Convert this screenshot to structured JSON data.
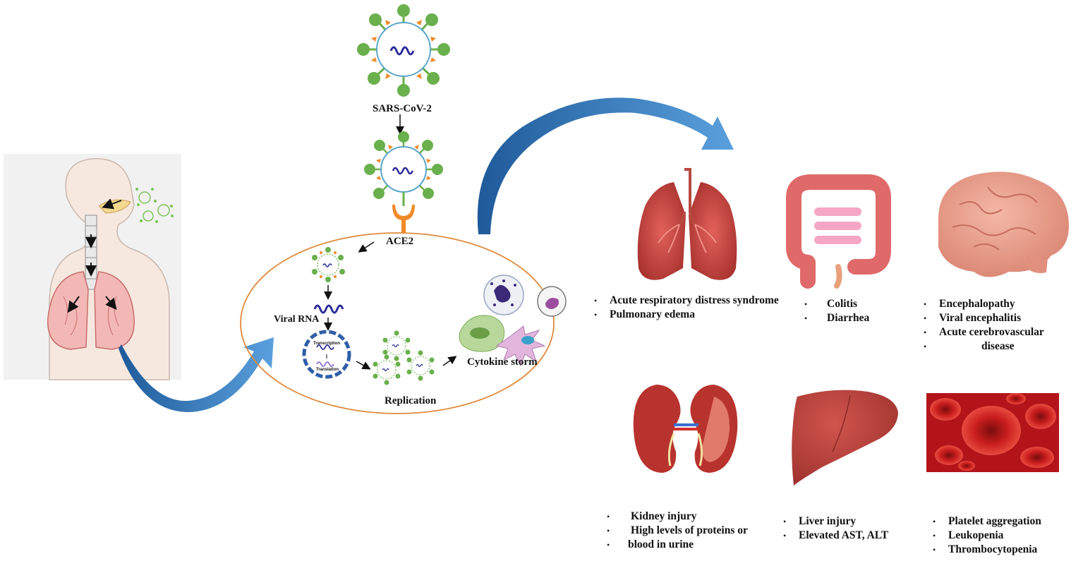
{
  "virus_label": "SARS-CoV-2",
  "receptor_label": "ACE2",
  "cell": {
    "viral_rna_label": "Viral RNA",
    "transcription_label": "Transcription",
    "translation_label": "Translation",
    "replication_label": "Replication",
    "cytokine_label": "Cytokine storm"
  },
  "organs": {
    "lungs": [
      "Acute respiratory distress syndrome",
      "Pulmonary edema"
    ],
    "intestine": [
      "Colitis",
      "Diarrhea"
    ],
    "brain": [
      "Encephalopathy",
      "Viral encephalitis",
      "Acute cerebrovascular",
      "disease"
    ],
    "kidney": [
      "Kidney injury",
      "High levels of proteins or",
      "blood in urine"
    ],
    "liver": [
      "Liver injury",
      "Elevated AST, ALT"
    ],
    "blood": [
      "Platelet aggregation",
      "Leukopenia",
      "Thrombocytopenia"
    ]
  },
  "colors": {
    "arrow_blue": "#2f74b5",
    "cell_border": "#e08a3c",
    "virus_green": "#6ab04c",
    "spike_orange": "#f08a2a",
    "organ_red": "#c9443f"
  }
}
